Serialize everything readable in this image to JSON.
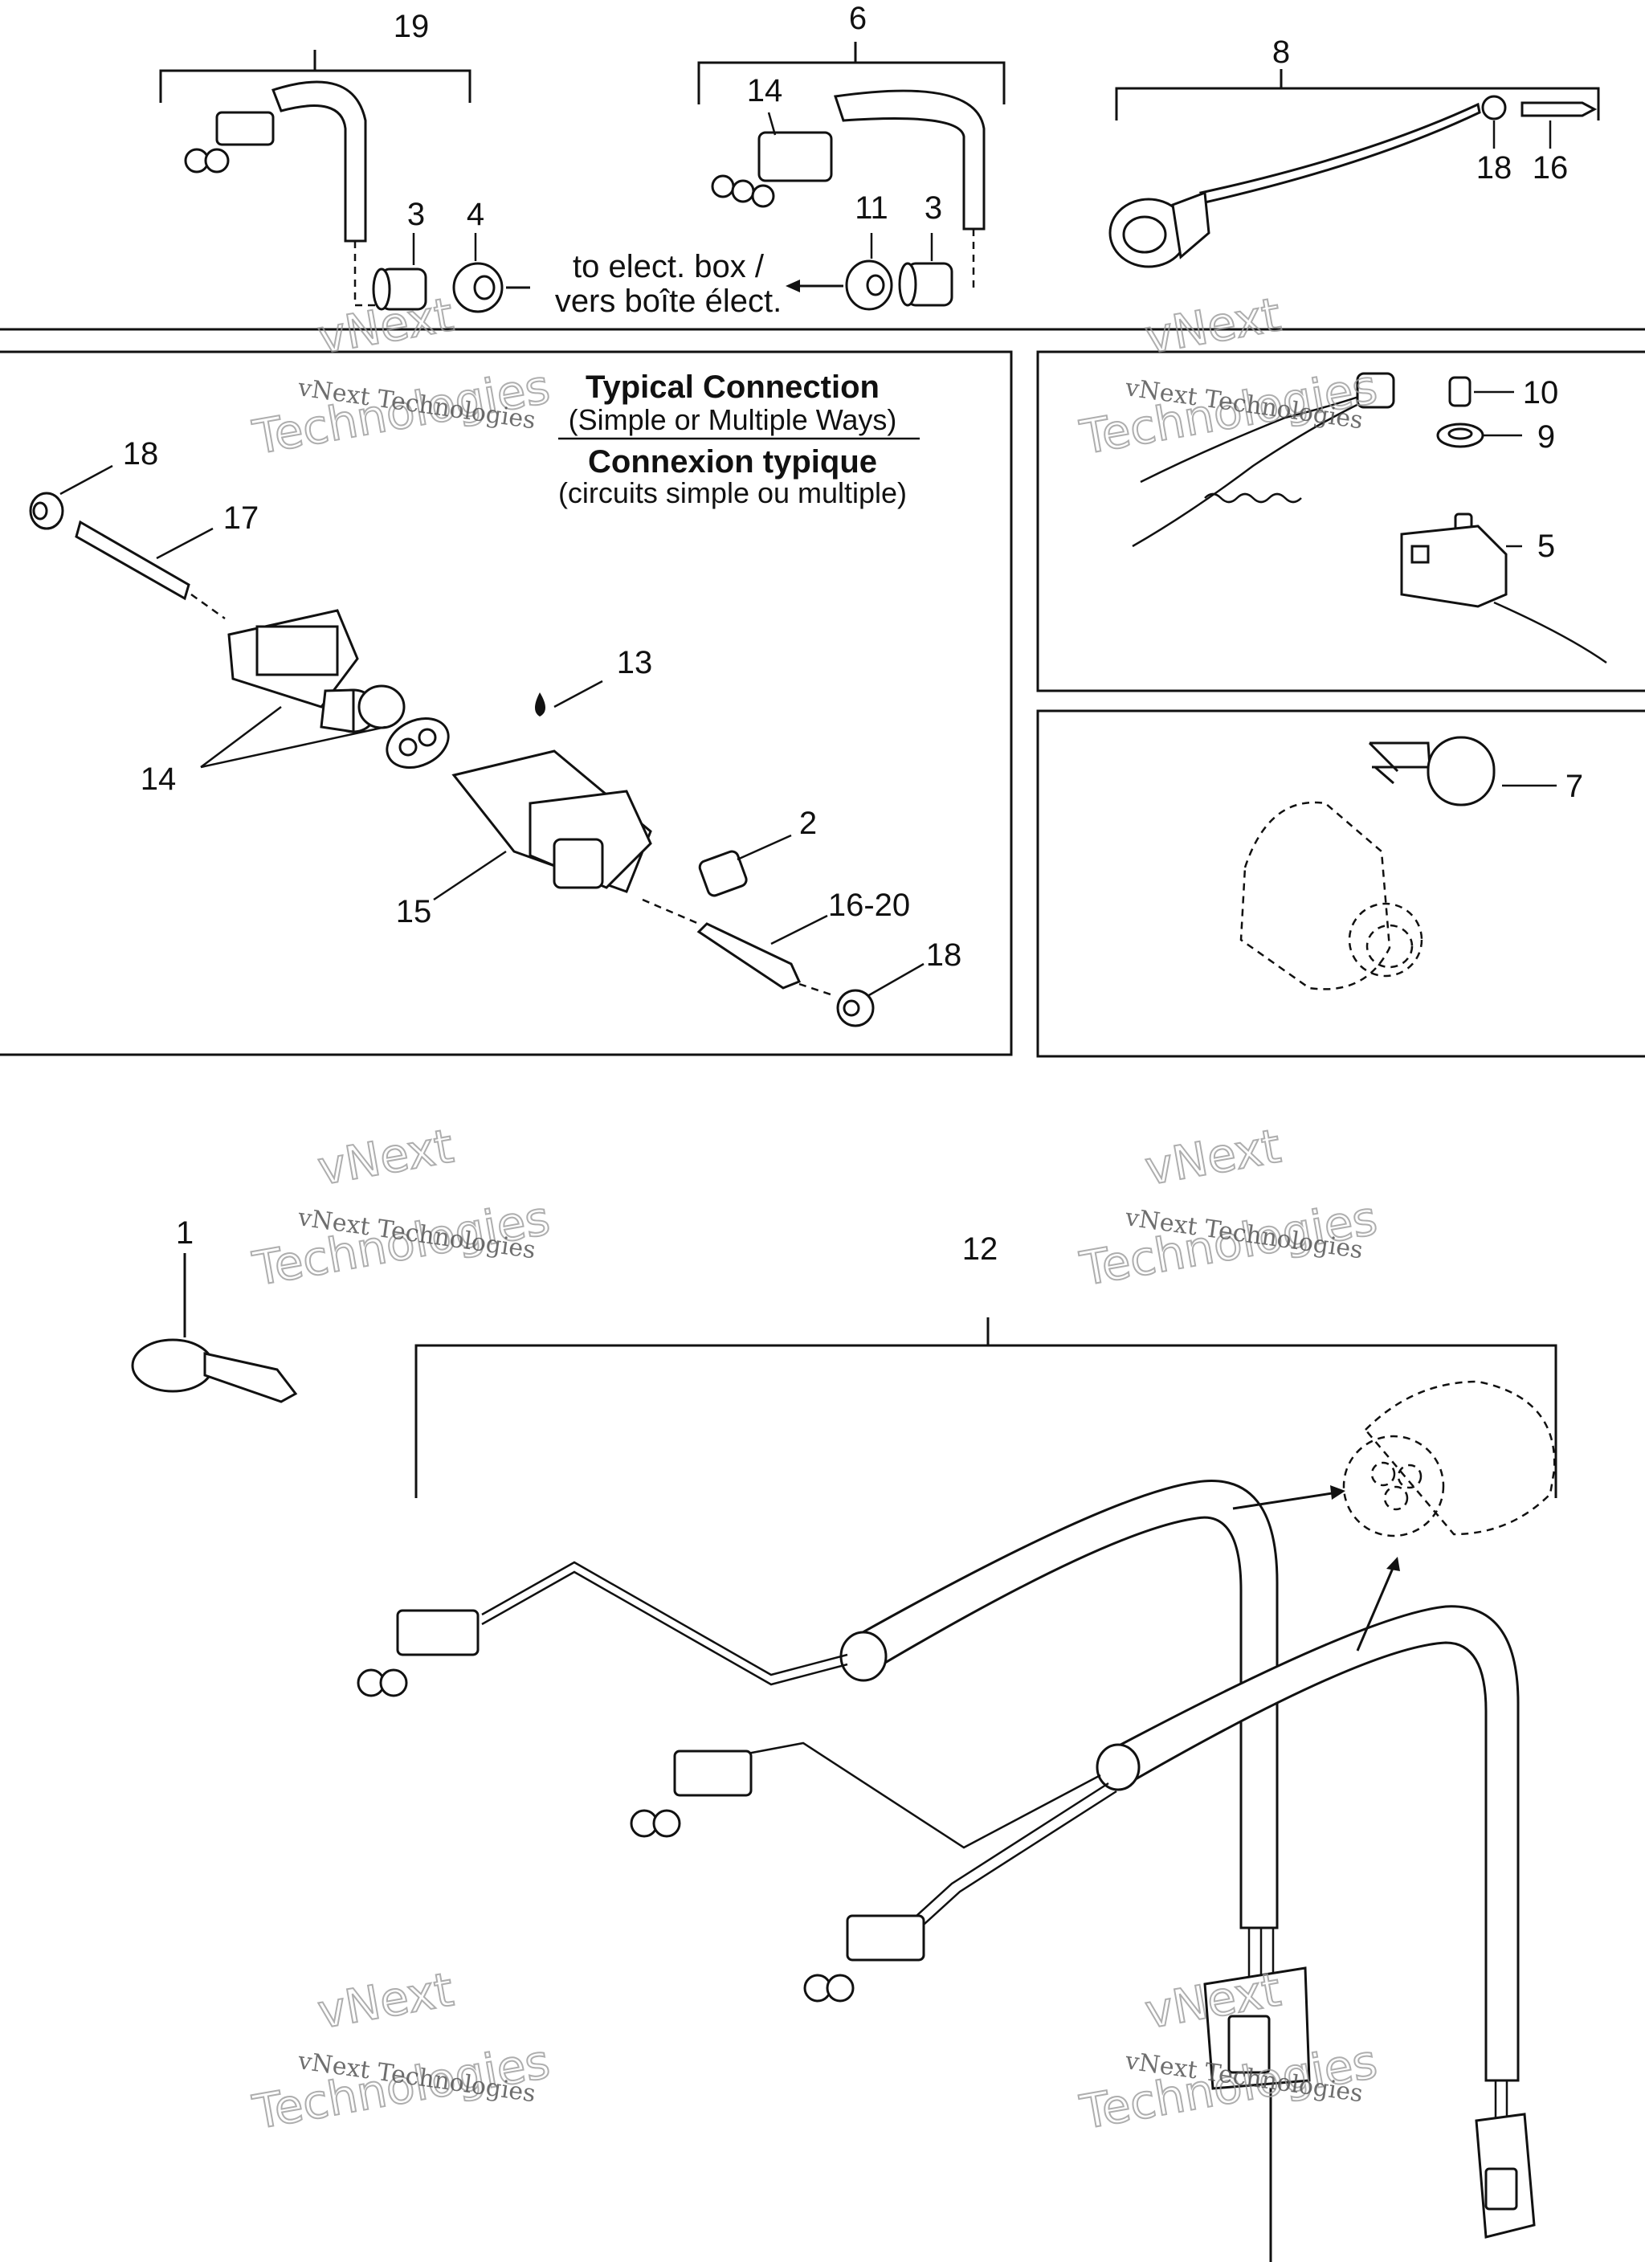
{
  "callouts": {
    "c19": "19",
    "c6": "6",
    "c8": "8",
    "c14a": "14",
    "c3a": "3",
    "c4": "4",
    "c11": "11",
    "c3b": "3",
    "c18a": "18",
    "c16a": "16",
    "c18b": "18",
    "c17": "17",
    "c13": "13",
    "c14b": "14",
    "c2": "2",
    "c15": "15",
    "c1620": "16-20",
    "c18c": "18",
    "c10": "10",
    "c9": "9",
    "c5": "5",
    "c7": "7",
    "c1": "1",
    "c12": "12"
  },
  "notes": {
    "elect_en": "to elect. box /",
    "elect_fr": "vers boîte élect."
  },
  "caption": {
    "title_en": "Typical Connection",
    "sub_en": "(Simple or Multiple Ways)",
    "title_fr": "Connexion typique",
    "sub_fr": "(circuits simple ou multiple)"
  },
  "watermark": {
    "line_small": "vNext Technologies",
    "line_big_1": "vNext",
    "line_big_2": "Technologies"
  },
  "colors": {
    "ink": "#111111",
    "background": "#ffffff",
    "watermark": "#9a9a9a"
  }
}
